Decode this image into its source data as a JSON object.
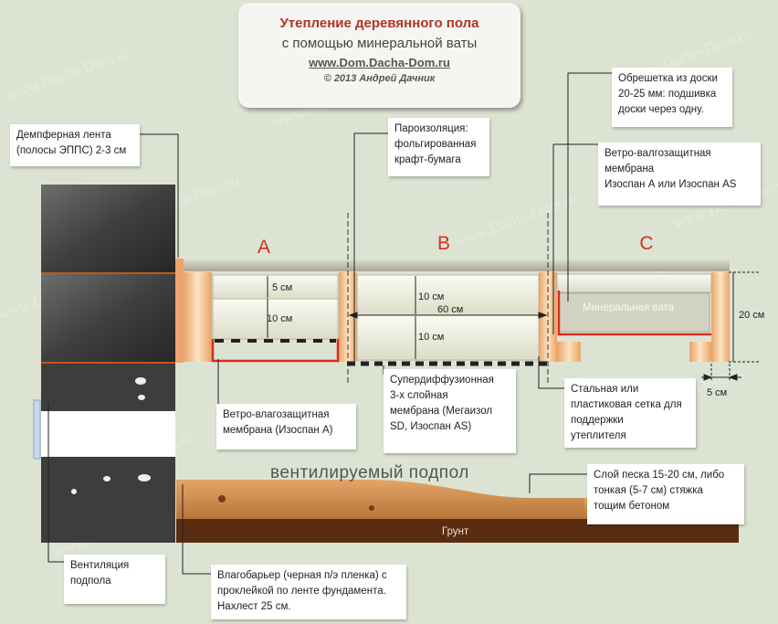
{
  "header": {
    "title": "Утепление деревянного пола",
    "subtitle": "с помощью минеральной ваты",
    "site": "www.Dom.Dacha-Dom.ru",
    "copyright": "© 2013 Андрей Дачник"
  },
  "watermark": "www.Dacha-Dom.ru",
  "sections": [
    "A",
    "B",
    "C"
  ],
  "dims": {
    "five": "5 см",
    "ten_a": "10 см",
    "ten_b1": "10 см",
    "ten_b2": "10 см",
    "sixty": "60 см",
    "twenty": "20 см",
    "five_right": "5 см"
  },
  "labels": {
    "mineral_wool": "Минеральная вата",
    "ventilated_underfloor": "вентилируемый подпол",
    "soil": "Грунт"
  },
  "callouts": {
    "damper": [
      "Демпферная лента",
      "(полосы ЭППС) 2-3 см"
    ],
    "vapor": [
      "Пароизоляция:",
      "фольгированная",
      "крафт-бумага"
    ],
    "lathing": [
      "Обрешетка из доски",
      "20-25 мм: подшивка",
      "доски через одну."
    ],
    "wind_c": [
      "Ветро-валгозащитная",
      "мембрана",
      "Изоспан А или Изоспан AS"
    ],
    "wind_a": [
      "Ветро-влагозащитная",
      "мембрана  (Изоспан А)"
    ],
    "superdiff": [
      "Супердиффузионная",
      "3-х слойная",
      "мембрана (Мегаизол",
      "SD, Изоспан AS)"
    ],
    "mesh": [
      "Стальная или",
      "пластиковая сетка для",
      "поддержки",
      "утеплителя"
    ],
    "sand": [
      "Слой песка 15-20 см, либо",
      "тонкая (5-7 см) стяжка",
      "тощим бетоном"
    ],
    "vent": [
      "Вентиляция",
      "подпола"
    ],
    "barrier": [
      "Влагобарьер (черная п/э пленка) с",
      "проклейкой по ленте фундамента.",
      "Нахлест 25 см."
    ]
  },
  "colors": {
    "background": "#dde3d3",
    "accent_red": "#d92e1f",
    "header_red": "#b23324",
    "foundation": "#3b3b3b",
    "soil": "#5a2d12",
    "sand": "#c98a4c",
    "wood": "#f3c08a"
  }
}
